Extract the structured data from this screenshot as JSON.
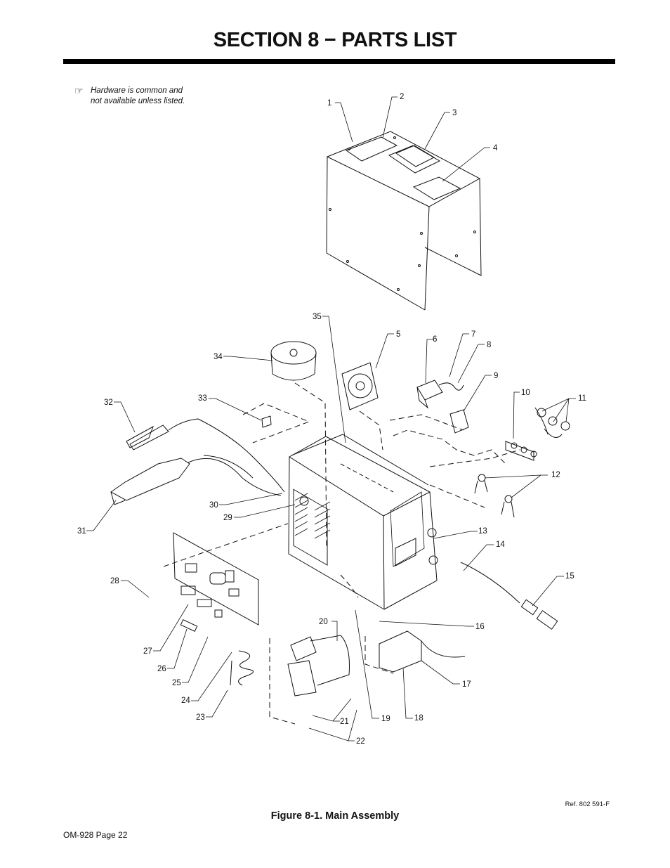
{
  "header": {
    "title": "SECTION 8 − PARTS LIST"
  },
  "note": {
    "line1": "Hardware is common and",
    "line2": "not available unless listed.",
    "icon": "pointing-hand-icon"
  },
  "callouts": [
    "1",
    "2",
    "3",
    "4",
    "5",
    "6",
    "7",
    "8",
    "9",
    "10",
    "11",
    "12",
    "13",
    "14",
    "15",
    "16",
    "17",
    "18",
    "19",
    "20",
    "21",
    "22",
    "23",
    "24",
    "25",
    "26",
    "27",
    "28",
    "29",
    "30",
    "31",
    "32",
    "33",
    "34",
    "35"
  ],
  "reference": "Ref. 802 591-F",
  "figure_caption": "Figure 8-1. Main Assembly",
  "footer": {
    "page_label": "OM-928 Page 22"
  }
}
